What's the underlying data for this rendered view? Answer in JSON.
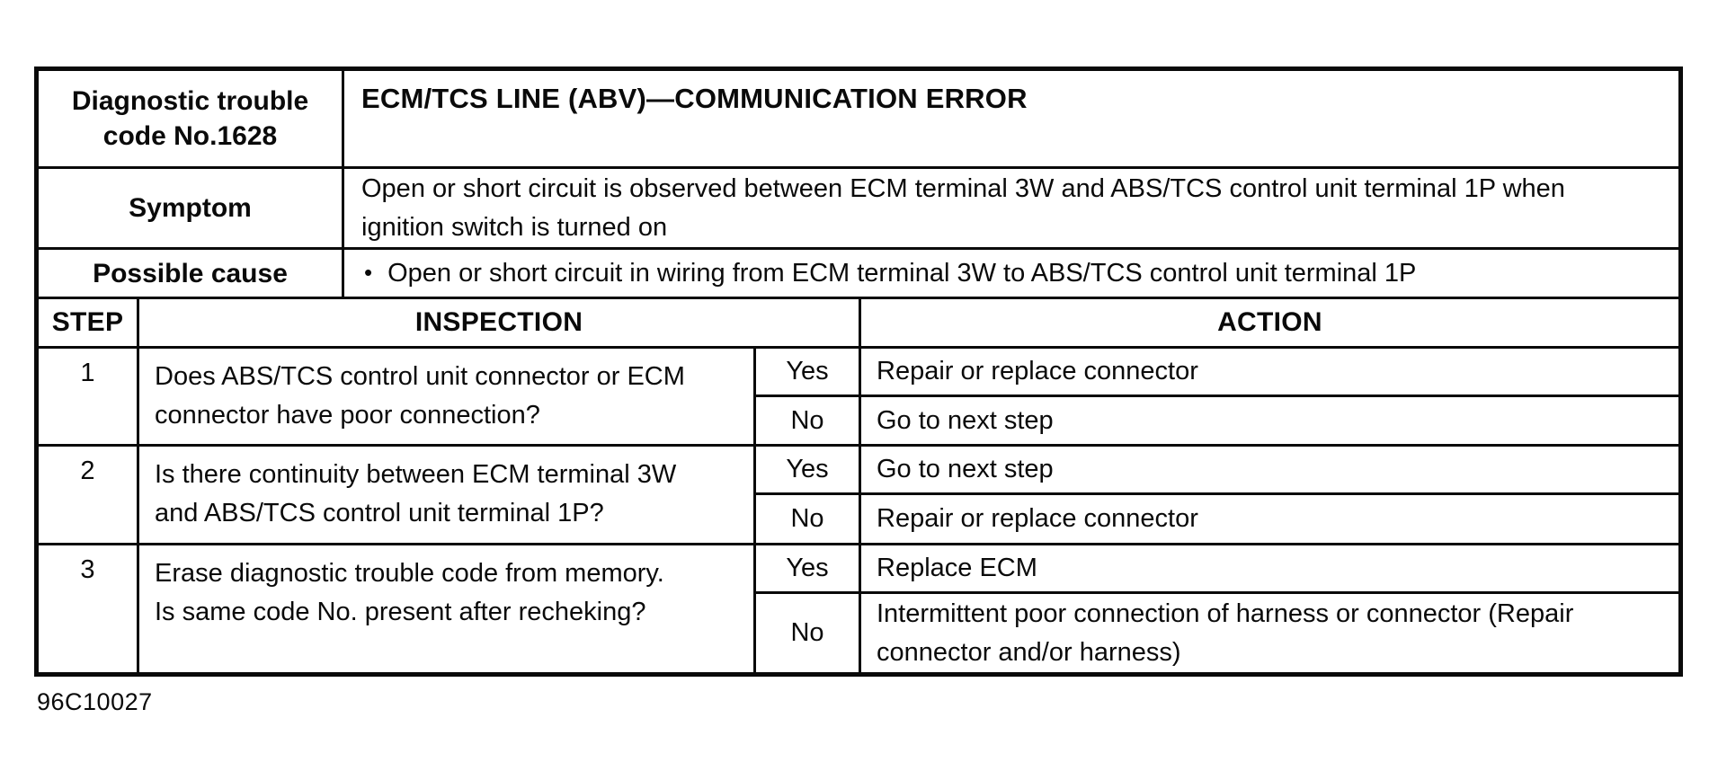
{
  "figure_code": "96C10027",
  "table": {
    "dtc": {
      "label_line1": "Diagnostic trouble",
      "label_line2": "code No.1628",
      "title": "ECM/TCS LINE (ABV)—COMMUNICATION ERROR"
    },
    "symptom": {
      "label": "Symptom",
      "text": "Open or short circuit is observed between ECM terminal 3W and ABS/TCS control unit terminal 1P when ignition switch is turned on"
    },
    "possible_cause": {
      "label": "Possible cause",
      "bullet": "•",
      "text": "Open or short circuit in wiring from ECM terminal 3W to ABS/TCS control unit terminal 1P"
    },
    "columns": {
      "step": "STEP",
      "inspection": "INSPECTION",
      "action": "ACTION"
    },
    "steps": [
      {
        "num": "1",
        "inspection_line1": "Does ABS/TCS control unit connector or ECM",
        "inspection_line2": "connector have poor connection?",
        "outcomes": [
          {
            "answer": "Yes",
            "action": "Repair or replace connector"
          },
          {
            "answer": "No",
            "action": "Go to next step"
          }
        ]
      },
      {
        "num": "2",
        "inspection_line1": "Is there continuity between ECM terminal 3W",
        "inspection_line2": "and ABS/TCS control unit terminal 1P?",
        "outcomes": [
          {
            "answer": "Yes",
            "action": "Go to next step"
          },
          {
            "answer": "No",
            "action": "Repair or replace connector"
          }
        ]
      },
      {
        "num": "3",
        "inspection_line1": "Erase diagnostic trouble code from memory.",
        "inspection_line2": "Is same code No. present after recheking?",
        "outcomes": [
          {
            "answer": "Yes",
            "action": "Replace ECM"
          },
          {
            "answer": "No",
            "action": "Intermittent poor connection of harness or connector (Repair connector and/or harness)"
          }
        ]
      }
    ]
  }
}
